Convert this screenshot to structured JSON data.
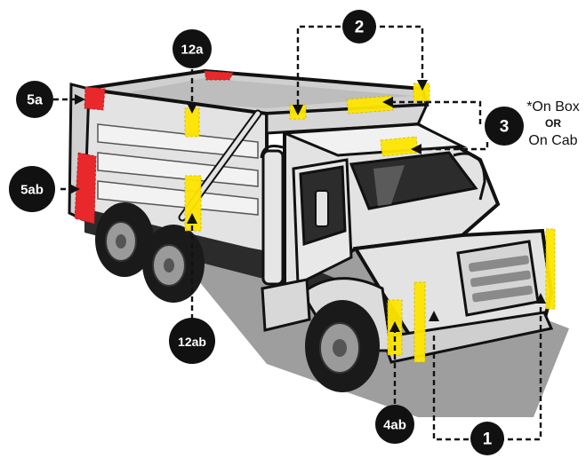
{
  "callouts": {
    "c1": "1",
    "c2": "2",
    "c3": "3",
    "c4ab": "4ab",
    "c5a": "5a",
    "c5ab": "5ab",
    "c12a": "12a",
    "c12ab": "12ab"
  },
  "note": {
    "line1": "*On Box",
    "line2": "OR",
    "line3": "On Cab"
  },
  "colors": {
    "conspicuity_yellow": "#ffe600",
    "conspicuity_red": "#e8282a",
    "truck_body": "#e3e3e3",
    "outline": "#111111",
    "shadow": "#9e9e9e"
  }
}
